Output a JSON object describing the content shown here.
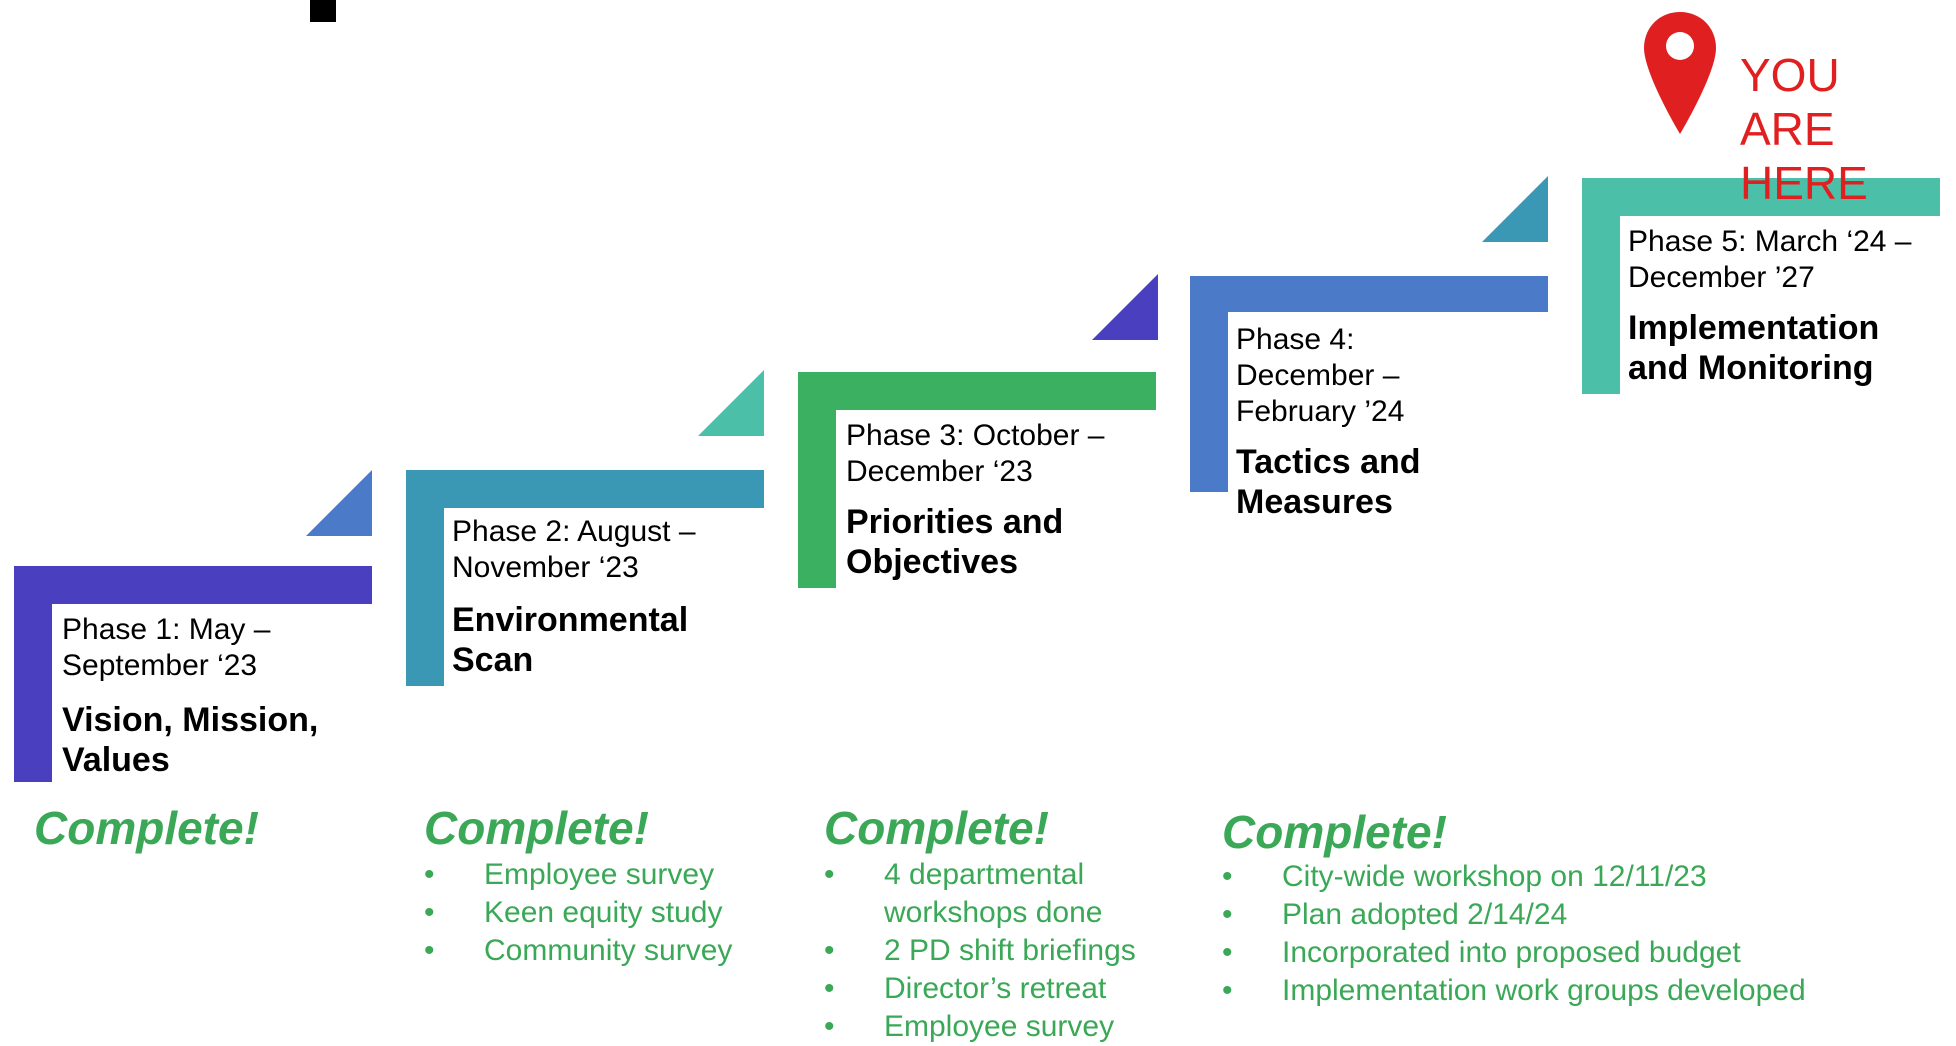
{
  "phases": [
    {
      "dates": "Phase 1: May – September ‘23",
      "name": "Vision, Mission, Values",
      "color": "#4a3fbf",
      "accent": "#4a7ac8"
    },
    {
      "dates": "Phase 2: August – November ‘23",
      "name": "Environmental Scan",
      "color": "#3a98b4",
      "accent": "#4cbfa8"
    },
    {
      "dates": "Phase 3: October – December ‘23",
      "name": "Priorities and Objectives",
      "color": "#3ab060",
      "accent": "#4a3fbf"
    },
    {
      "dates": "Phase 4: December – February ’24",
      "name": "Tactics and Measures",
      "color": "#4a7ac8",
      "accent": "#3a98b4"
    },
    {
      "dates": "Phase 5: March ‘24 – December ’27",
      "name": "Implementation and Monitoring",
      "color": "#4cbfa8",
      "accent": null
    }
  ],
  "status_blocks": [
    {
      "label": "Complete!",
      "items": []
    },
    {
      "label": "Complete!",
      "items": [
        "Employee survey",
        "Keen equity study",
        "Community survey"
      ]
    },
    {
      "label": "Complete!",
      "items": [
        "4 departmental workshops done",
        "2 PD shift briefings",
        "Director’s retreat",
        "Employee survey"
      ]
    },
    {
      "label": "Complete!",
      "items": [
        "City-wide workshop on 12/11/23",
        "Plan adopted 2/14/24",
        "Incorporated into proposed budget",
        "Implementation work groups developed"
      ]
    }
  ],
  "marker": {
    "label": "YOU ARE HERE",
    "color": "#e02020",
    "icon": "map-pin-icon"
  },
  "bullet_char": "•",
  "status_color": "#3aa856"
}
